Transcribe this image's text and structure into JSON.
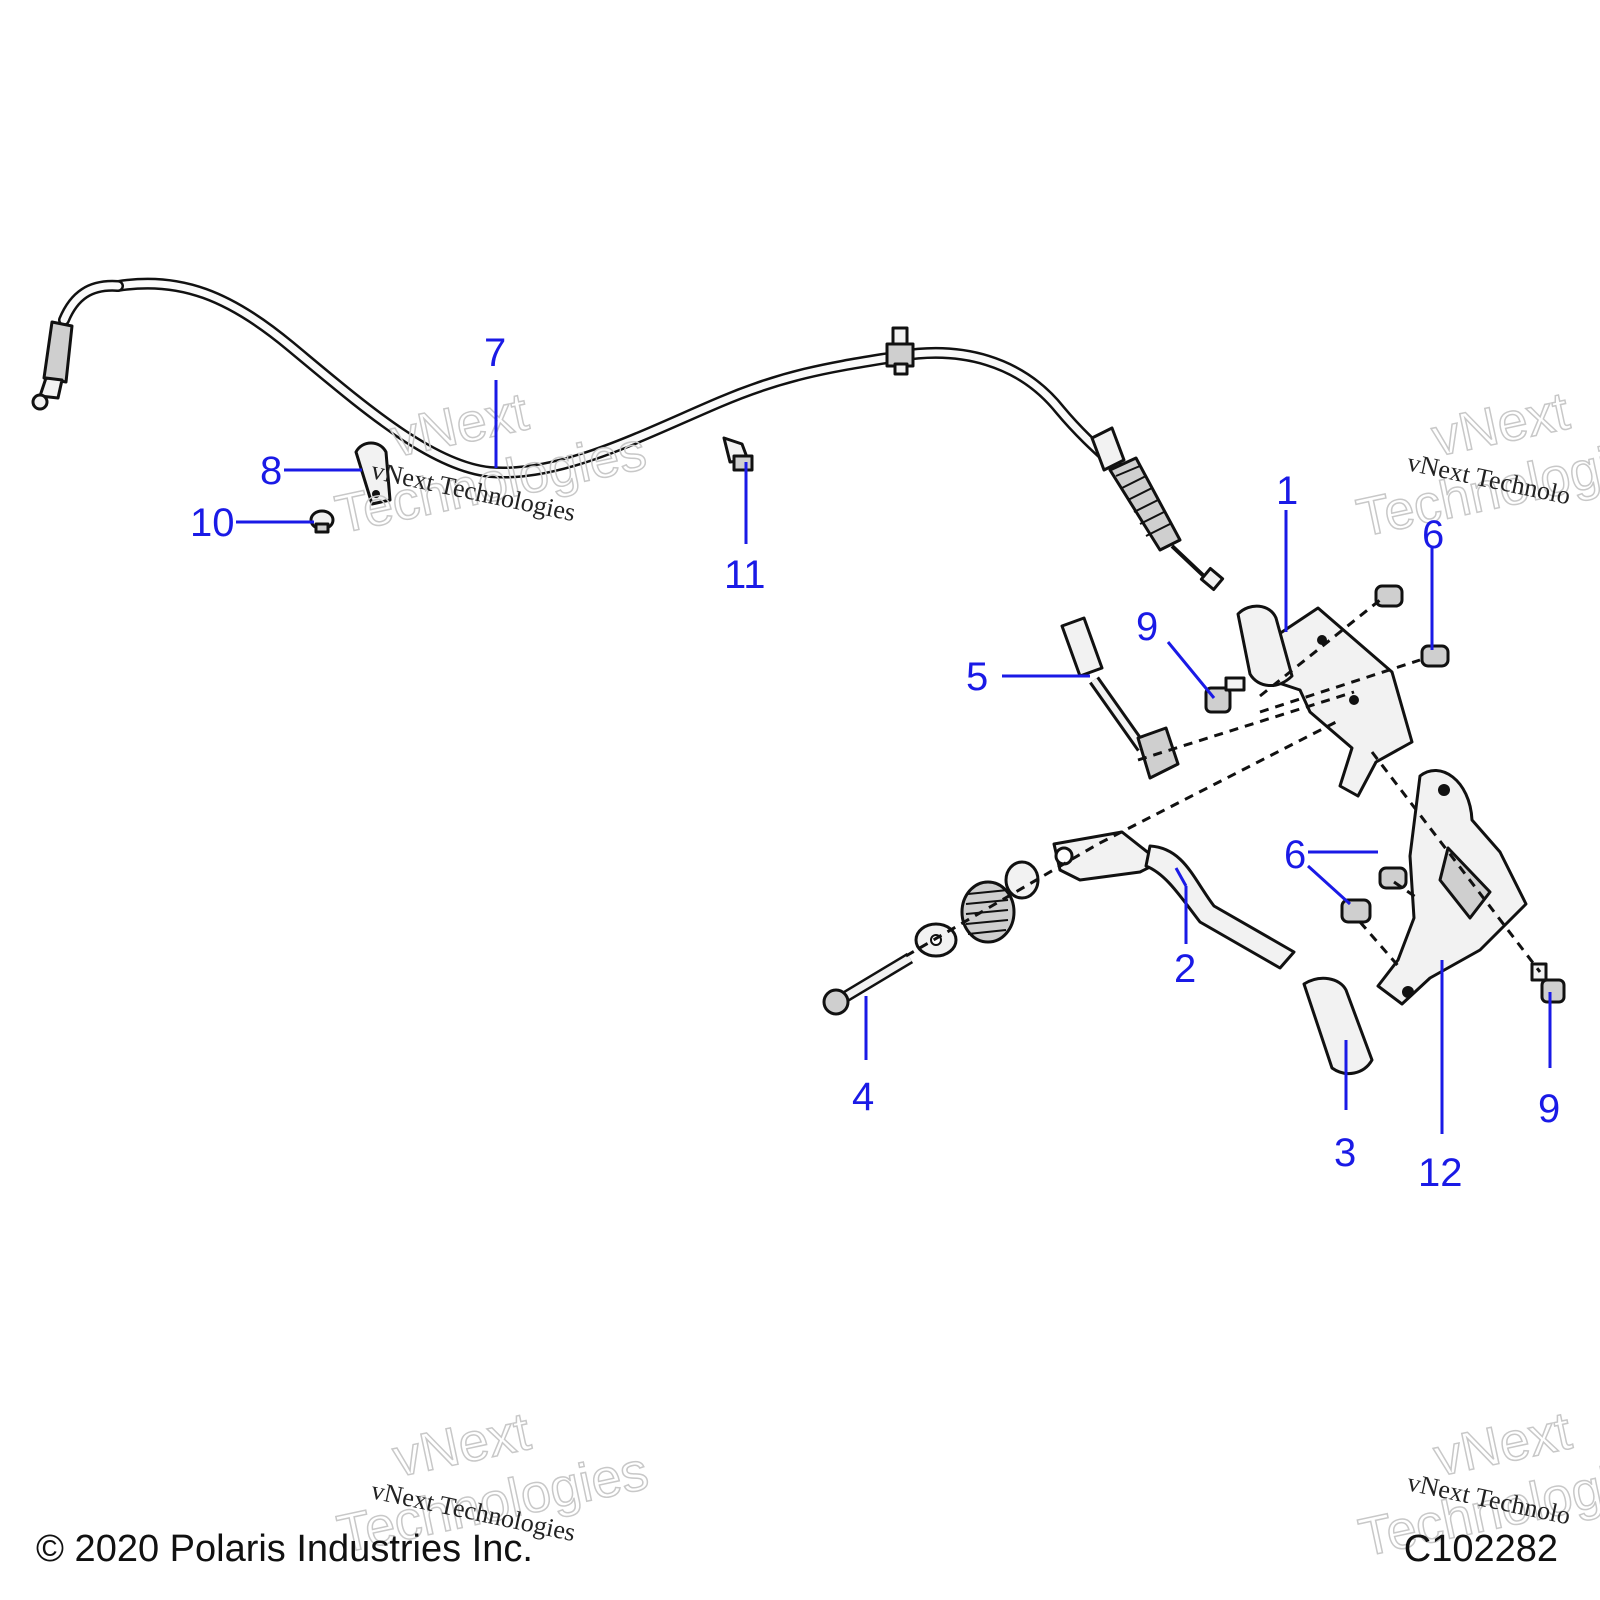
{
  "callouts": [
    {
      "id": "1",
      "label": "1"
    },
    {
      "id": "2",
      "label": "2"
    },
    {
      "id": "3",
      "label": "3"
    },
    {
      "id": "4",
      "label": "4"
    },
    {
      "id": "5",
      "label": "5"
    },
    {
      "id": "6a",
      "label": "6"
    },
    {
      "id": "6b",
      "label": "6"
    },
    {
      "id": "7",
      "label": "7"
    },
    {
      "id": "8",
      "label": "8"
    },
    {
      "id": "9a",
      "label": "9"
    },
    {
      "id": "9b",
      "label": "9"
    },
    {
      "id": "10",
      "label": "10"
    },
    {
      "id": "11",
      "label": "11"
    },
    {
      "id": "12",
      "label": "12"
    }
  ],
  "watermark": {
    "brand_line1": "vNext",
    "brand_line2": "Technologies",
    "small_text": "vNext Technologies",
    "partial_text": "vNext Technolo"
  },
  "footer": {
    "copyright": "© 2020 Polaris Industries Inc.",
    "diagram_id": "C102282"
  },
  "colors": {
    "callout": "#1a1ae6",
    "line": "#111111"
  }
}
